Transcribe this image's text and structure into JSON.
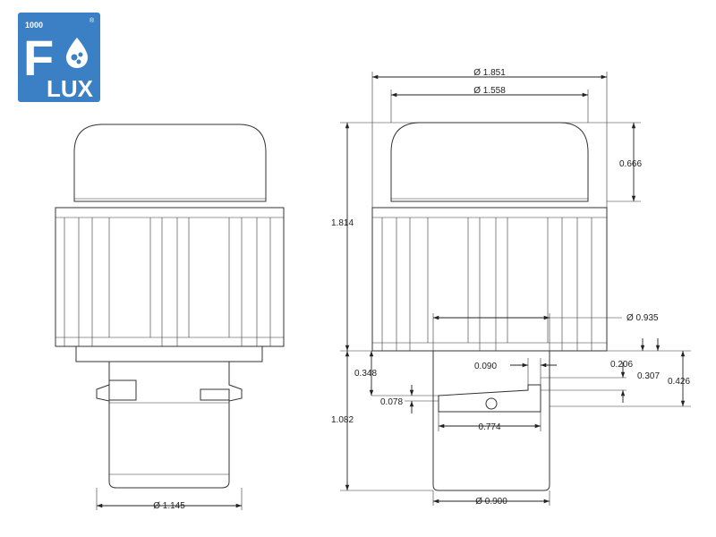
{
  "logo": {
    "small_text": "1000",
    "letter": "F",
    "word": "LUX",
    "mark": "®",
    "color": "#3b7fc4"
  },
  "dimensions": {
    "d_1851": "Ø 1.851",
    "d_1558": "Ø 1.558",
    "h_0666": "0.666",
    "h_1814": "1.814",
    "d_0935": "Ø 0.935",
    "v_0206": "0.206",
    "v_0307": "0.307",
    "v_0426": "0.426",
    "v_0348": "0.348",
    "h_0090": "0.090",
    "v_0078": "0.078",
    "h_1082": "1.082",
    "h_0774": "0.774",
    "d_0900": "Ø 0.900",
    "d_1145": "Ø 1.145"
  }
}
